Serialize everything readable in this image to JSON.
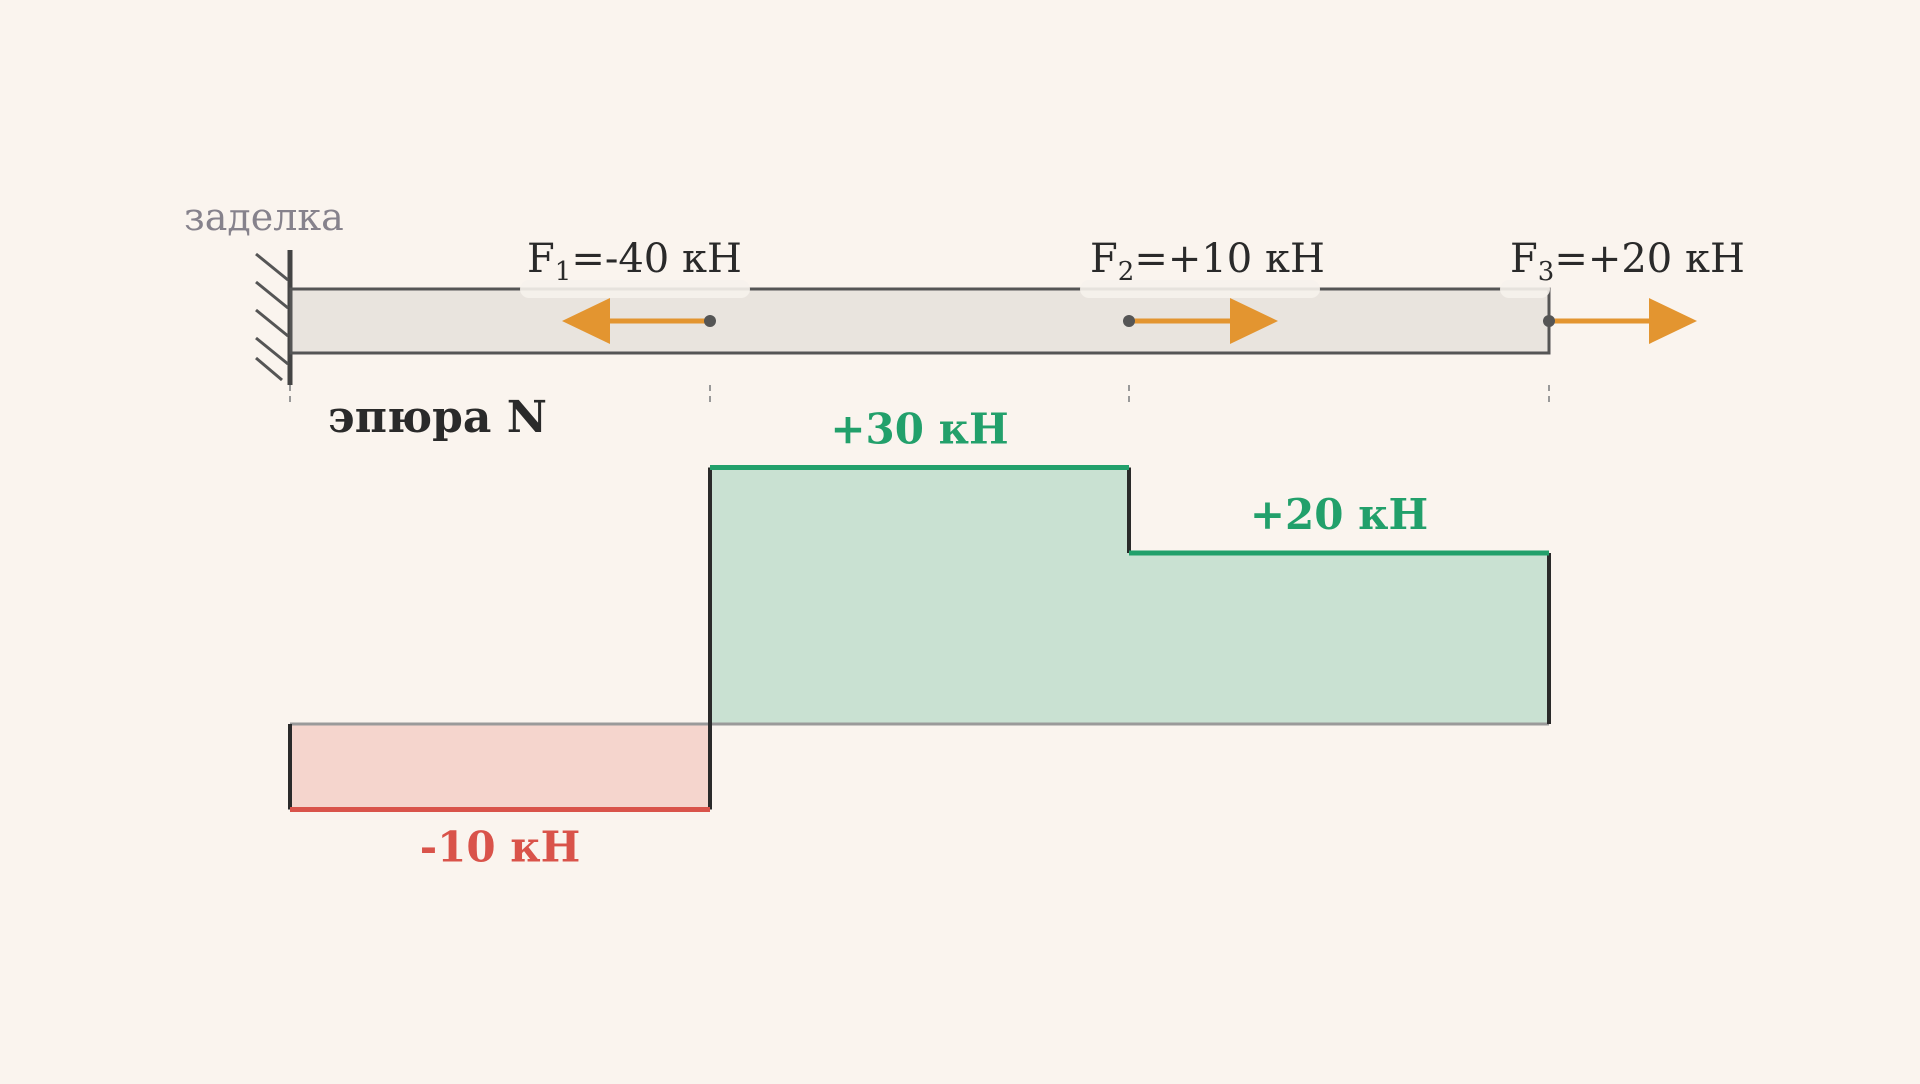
{
  "support": {
    "label": "заделка"
  },
  "forces": [
    {
      "id": "f1",
      "name": "F",
      "sub": "1",
      "text": "=-40 кН",
      "direction": "left"
    },
    {
      "id": "f2",
      "name": "F",
      "sub": "2",
      "text": "=+10 кН",
      "direction": "right"
    },
    {
      "id": "f3",
      "name": "F",
      "sub": "3",
      "text": "=+20 кН",
      "direction": "right"
    }
  ],
  "diagram": {
    "title": "эпюра  N",
    "segments": [
      {
        "id": "seg1",
        "value": -10,
        "label": "-10 кН"
      },
      {
        "id": "seg2",
        "value": 30,
        "label": "+30 кН"
      },
      {
        "id": "seg3",
        "value": 20,
        "label": "+20 кН"
      }
    ]
  },
  "colors": {
    "background": "#faf4ee",
    "beam_fill": "#e9e4de",
    "beam_stroke": "#555555",
    "force_arrow": "#e39530",
    "positive_line": "#22a06b",
    "positive_fill": "#c9e1d2",
    "negative_line": "#d9534a",
    "negative_fill": "#f5d5cd",
    "outline": "#2a2a2a"
  }
}
